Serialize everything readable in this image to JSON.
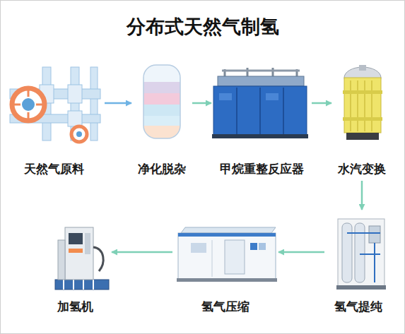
{
  "diagram": {
    "title": "分布式天然气制氢",
    "nodes": [
      {
        "text": [
          "天然气原料"
        ]
      },
      {
        "text": [
          "净化脱杂"
        ]
      },
      {
        "text": [
          "甲烷重整反应器"
        ]
      },
      {
        "text": [
          "水汽变换"
        ]
      },
      {
        "text": [
          "氢气提纯"
        ]
      },
      {
        "text": [
          "氢气压缩"
        ]
      },
      {
        "text": [
          "加氢机"
        ]
      }
    ],
    "edges": [
      {
        "from": 0,
        "to": 1,
        "arrow": "to"
      },
      {
        "from": 1,
        "to": 2,
        "arrow": "to"
      },
      {
        "from": 2,
        "to": 3,
        "arrow": "to"
      },
      {
        "from": 3,
        "to": 4,
        "arrow": "to"
      },
      {
        "from": 4,
        "to": 5,
        "arrow": "to"
      },
      {
        "from": 5,
        "to": 6,
        "arrow": "to"
      }
    ]
  }
}
